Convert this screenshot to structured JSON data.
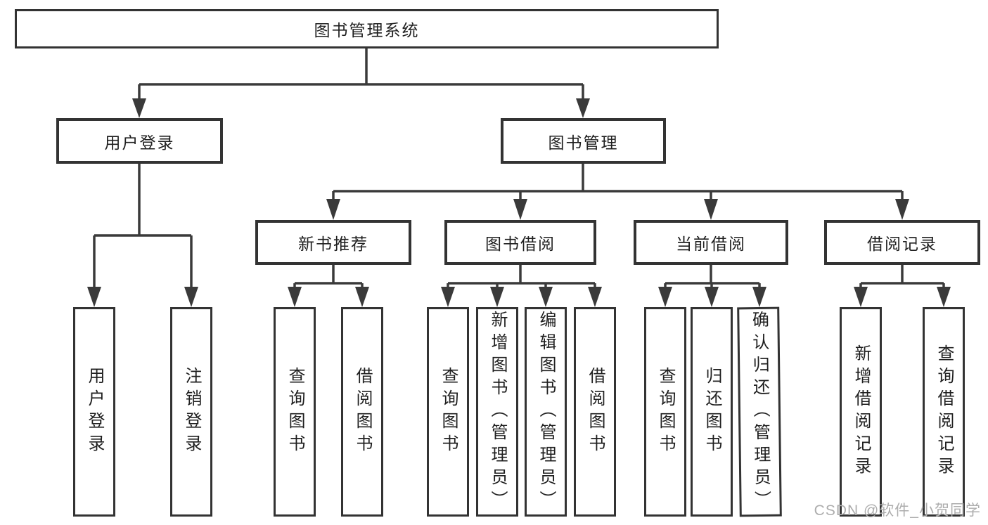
{
  "nodes": {
    "root": "图书管理系统",
    "user_login": "用户登录",
    "book_mgmt": "图书管理",
    "new_book": "新书推荐",
    "book_borrow": "图书借阅",
    "current_borrow": "当前借阅",
    "borrow_record": "借阅记录",
    "leaf_user_login": "用户登录",
    "leaf_logout": "注销登录",
    "leaf_query1": "查询图书",
    "leaf_borrow1": "借阅图书",
    "leaf_query2": "查询图书",
    "leaf_add_book": "新增图书（管理员）",
    "leaf_edit_book": "编辑图书（管理员）",
    "leaf_borrow2": "借阅图书",
    "leaf_query3": "查询图书",
    "leaf_return": "归还图书",
    "leaf_confirm_return": "确认归还（管理员）",
    "leaf_add_record": "新增借阅记录",
    "leaf_query_record": "查询借阅记录"
  },
  "edges": {
    "root": [
      "user_login",
      "book_mgmt"
    ],
    "user_login": [
      "leaf_user_login",
      "leaf_logout"
    ],
    "book_mgmt": [
      "new_book",
      "book_borrow",
      "current_borrow",
      "borrow_record"
    ],
    "new_book": [
      "leaf_query1",
      "leaf_borrow1"
    ],
    "book_borrow": [
      "leaf_query2",
      "leaf_add_book",
      "leaf_edit_book",
      "leaf_borrow2"
    ],
    "current_borrow": [
      "leaf_query3",
      "leaf_return",
      "leaf_confirm_return"
    ],
    "borrow_record": [
      "leaf_add_record",
      "leaf_query_record"
    ]
  },
  "watermark": "CSDN @软件_小贺同学",
  "colors": {
    "line": "#3a3a3a",
    "border": "#333333",
    "text": "#1f1f1f",
    "watermark": "#adadad"
  }
}
